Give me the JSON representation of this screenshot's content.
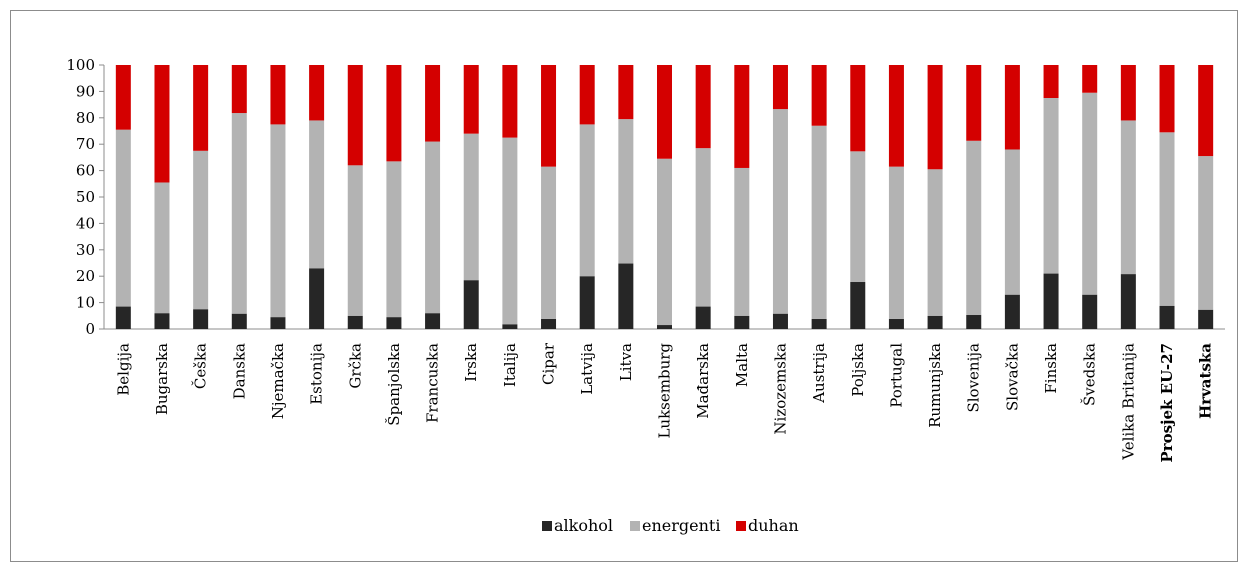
{
  "chart_data": {
    "type": "bar",
    "stacked": true,
    "ylim": [
      0,
      100
    ],
    "yticks": [
      0,
      10,
      20,
      30,
      40,
      50,
      60,
      70,
      80,
      90,
      100
    ],
    "ytick_labels": [
      "0",
      "10",
      "20",
      "30",
      "40",
      "50",
      "60",
      "70",
      "80",
      "90",
      "100"
    ],
    "categories": [
      "Belgija",
      "Bugarska",
      "Češka",
      "Danska",
      "Njemačka",
      "Estonija",
      "Grčka",
      "Španjolska",
      "Francuska",
      "Irska",
      "Italija",
      "Cipar",
      "Latvija",
      "Litva",
      "Luksemburg",
      "Mađarska",
      "Malta",
      "Nizozemska",
      "Austrija",
      "Poljska",
      "Portugal",
      "Rumunjska",
      "Slovenija",
      "Slovačka",
      "Finska",
      "Švedska",
      "Velika Britanija",
      "Prosjek EU-27",
      "Hrvatska"
    ],
    "bold_categories": [
      "Prosjek EU-27",
      "Hrvatska"
    ],
    "series": [
      {
        "name": "alkohol",
        "color": "#262626",
        "values": [
          8.5,
          6,
          7.5,
          5.8,
          4.5,
          23,
          5,
          4.5,
          6,
          18.5,
          1.8,
          3.8,
          20,
          24.8,
          1.5,
          8.5,
          5,
          5.8,
          3.8,
          17.8,
          3.8,
          5,
          5.3,
          13,
          21,
          13,
          20.8,
          8.8,
          7.3
        ]
      },
      {
        "name": "energenti",
        "color": "#b3b3b3",
        "values": [
          67,
          49.5,
          60,
          76,
          73,
          56,
          57,
          59,
          65,
          55.5,
          70.7,
          57.7,
          57.5,
          54.7,
          63,
          60,
          56,
          77.5,
          73.2,
          49.5,
          57.7,
          55.5,
          66,
          55,
          66.5,
          76.5,
          58.2,
          65.7,
          58.2
        ]
      },
      {
        "name": "duhan",
        "color": "#d40000",
        "values": [
          24.5,
          44.5,
          32.5,
          18.2,
          22.5,
          21,
          38,
          36.5,
          29,
          26,
          27.5,
          38.5,
          22.5,
          20.5,
          35.5,
          31.5,
          39,
          16.7,
          23,
          32.7,
          38.5,
          39.5,
          28.7,
          32,
          12.5,
          10.5,
          21,
          25.5,
          34.5
        ]
      }
    ],
    "legend_position": "bottom",
    "grid": false
  }
}
